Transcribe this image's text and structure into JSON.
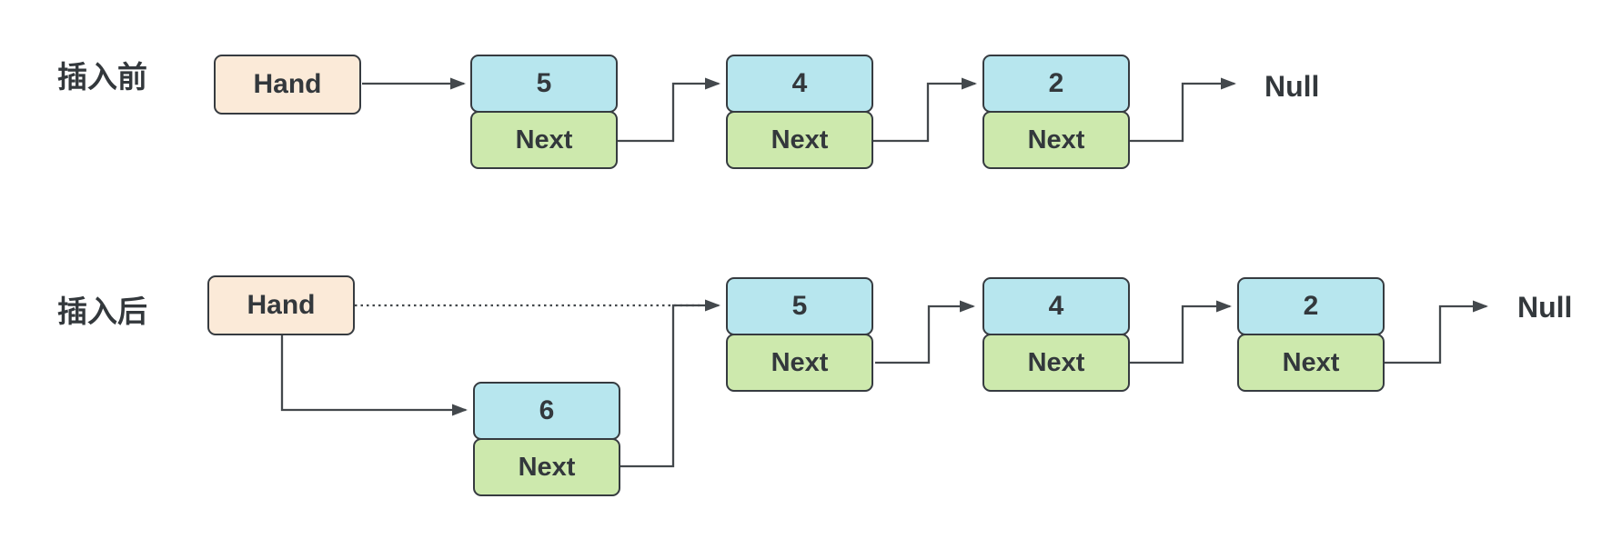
{
  "colors": {
    "value_fill": "#b7e6ee",
    "next_fill": "#cde9ad",
    "hand_fill": "#fbead8",
    "border": "#363b40",
    "arrow": "#43484c",
    "text": "#33383c",
    "bg": "#ffffff"
  },
  "before": {
    "row_label": "插入前",
    "hand": "Hand",
    "null_text": "Null",
    "nodes": [
      {
        "value": "5",
        "next": "Next"
      },
      {
        "value": "4",
        "next": "Next"
      },
      {
        "value": "2",
        "next": "Next"
      }
    ]
  },
  "after": {
    "row_label": "插入后",
    "hand": "Hand",
    "null_text": "Null",
    "inserted": {
      "value": "6",
      "next": "Next"
    },
    "nodes": [
      {
        "value": "5",
        "next": "Next"
      },
      {
        "value": "4",
        "next": "Next"
      },
      {
        "value": "2",
        "next": "Next"
      }
    ]
  }
}
